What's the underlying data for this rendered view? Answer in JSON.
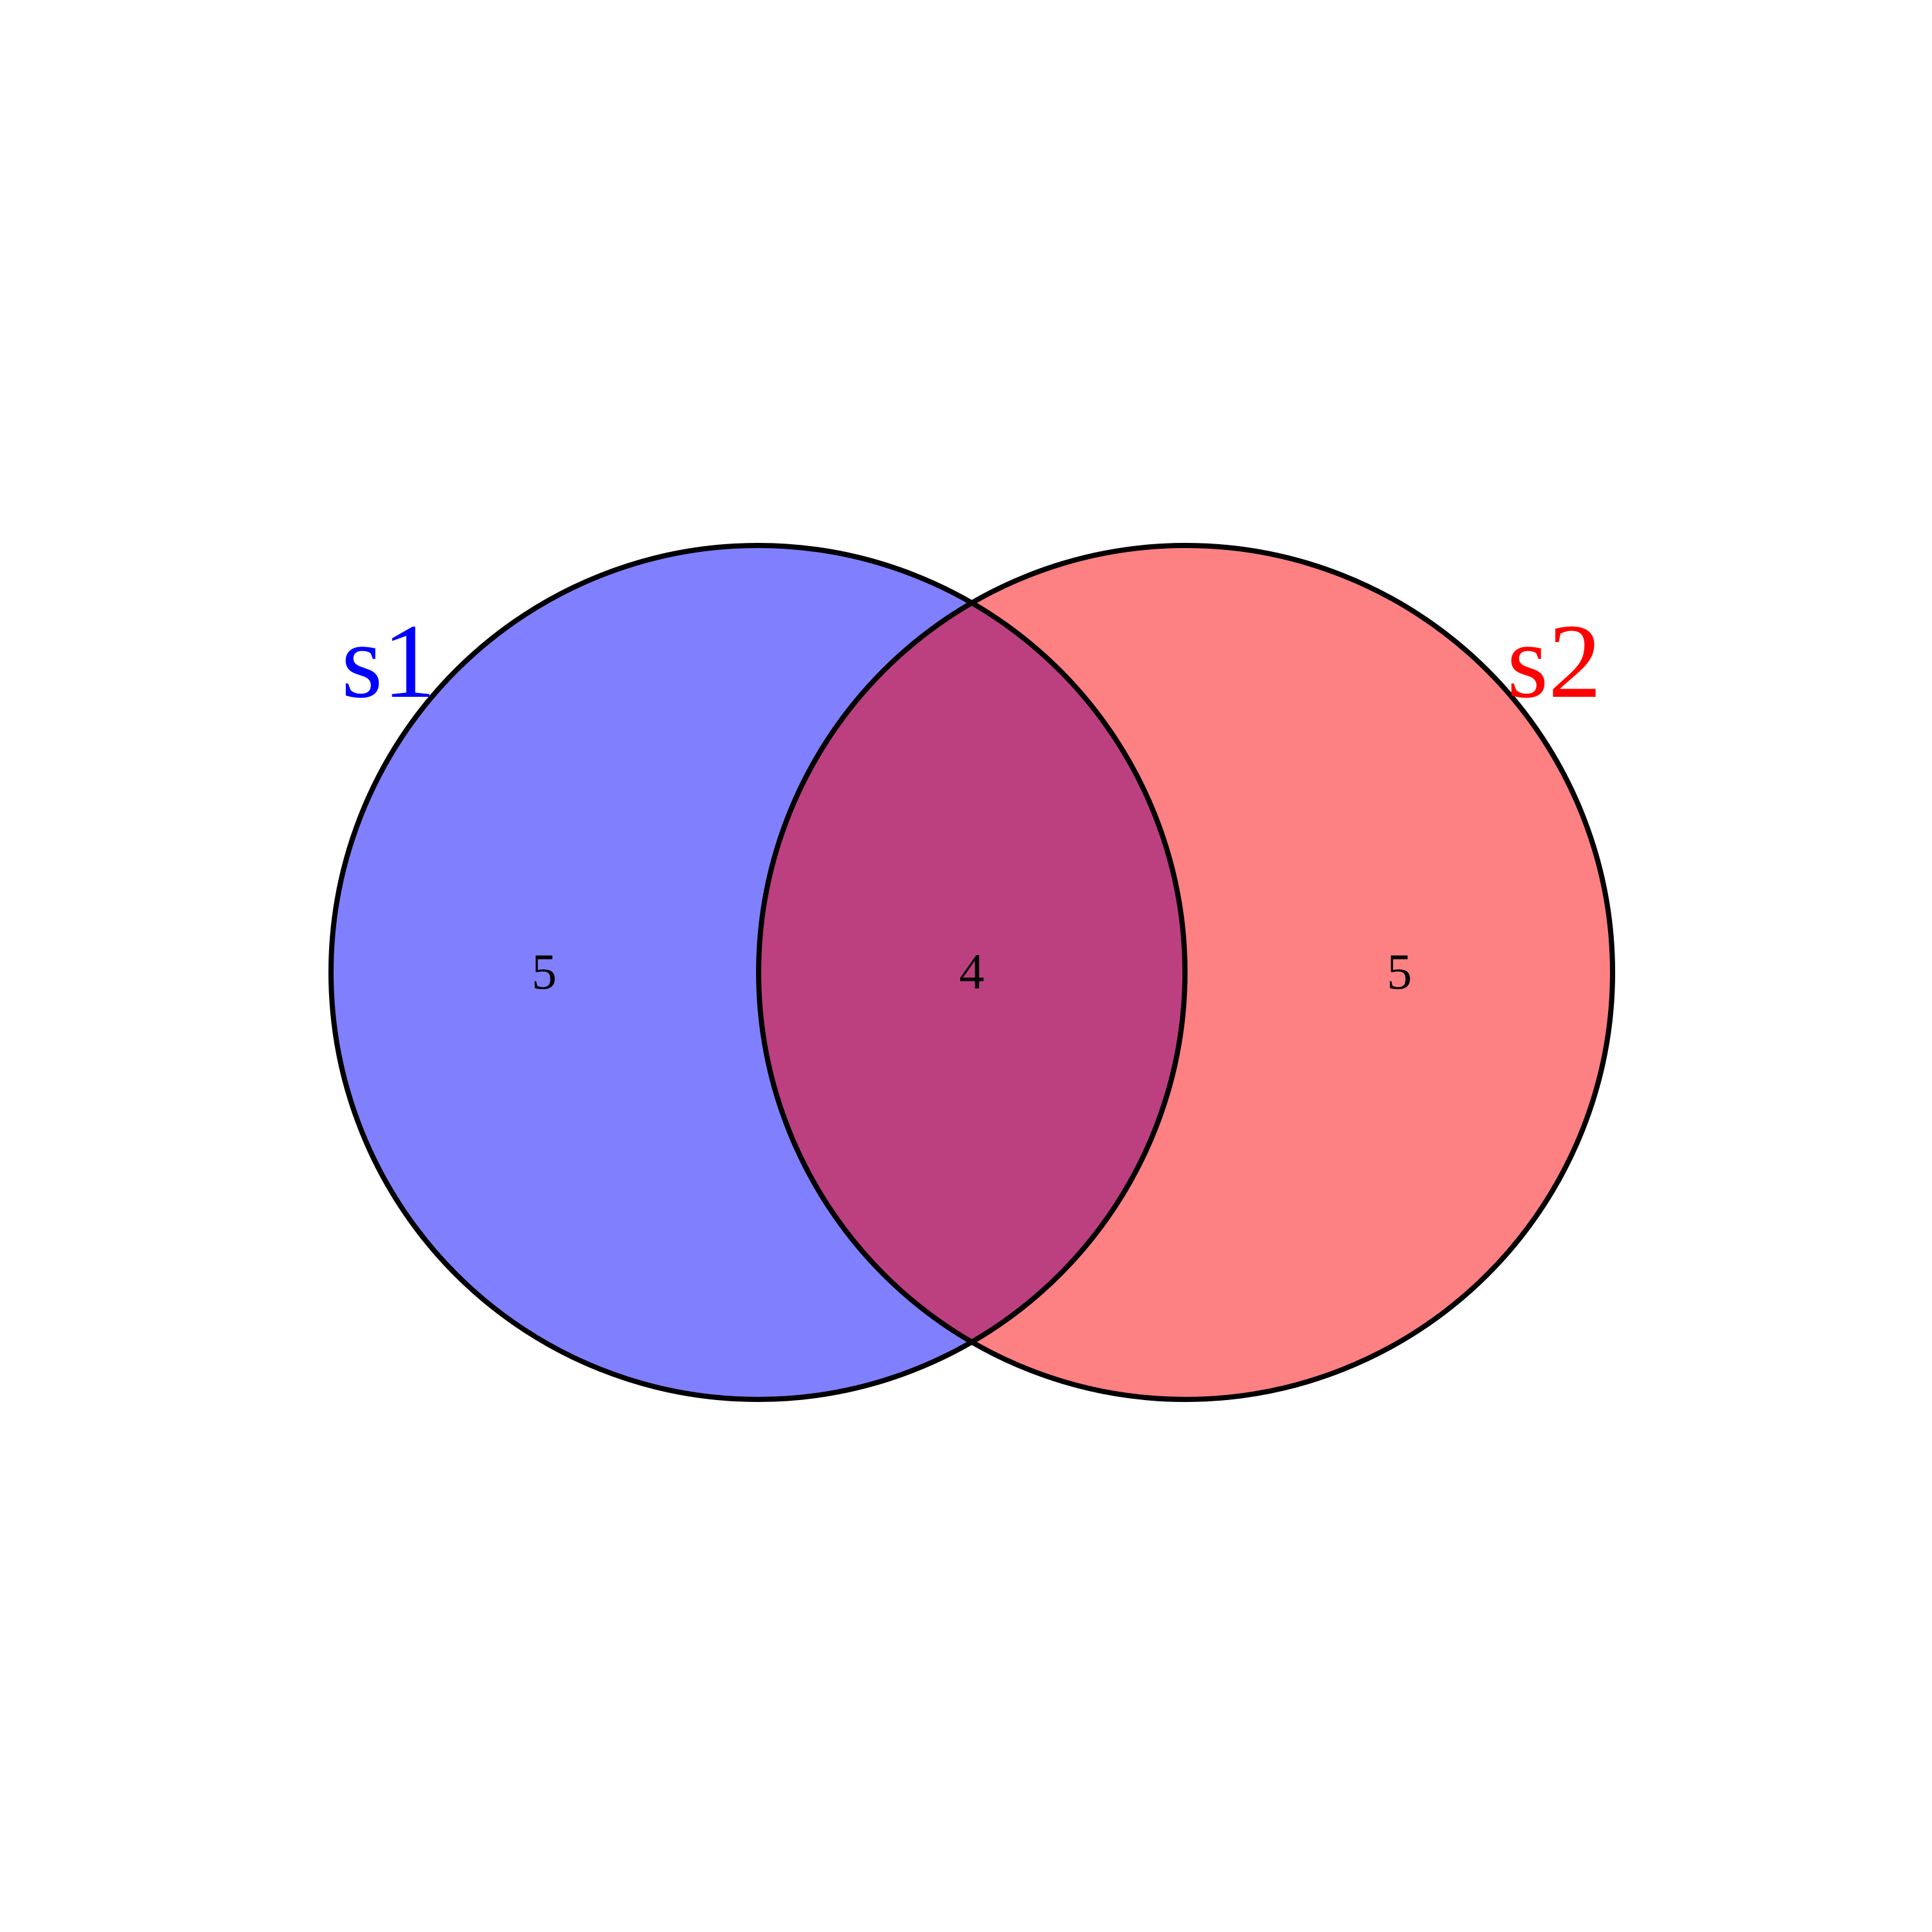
{
  "sets": [
    {
      "label": "s1",
      "color": "#0000ff",
      "fill": "#8080ff"
    },
    {
      "label": "s2",
      "color": "#ff0000",
      "fill": "#fd8083"
    }
  ],
  "intersection_fill": "#bc4080",
  "outline_color": "#000000",
  "regions": {
    "s1_only": "5",
    "both": "4",
    "s2_only": "5"
  }
}
